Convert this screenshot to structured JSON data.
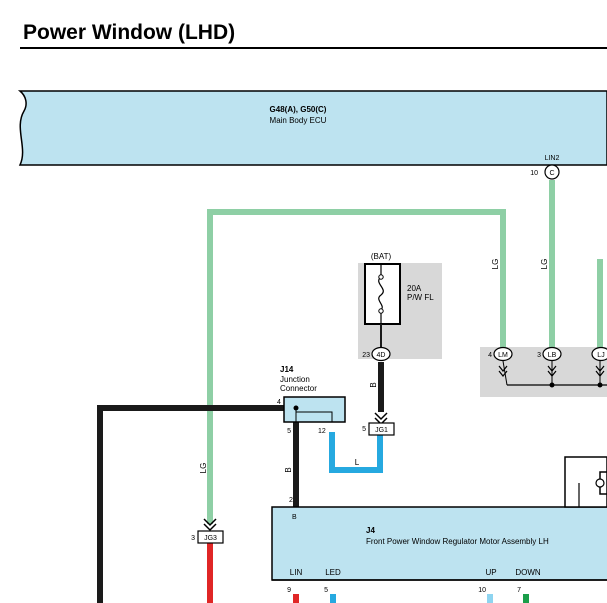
{
  "title": "Power Window (LHD)",
  "colors": {
    "ecu_fill": "#bde3f0",
    "gray_box": "#d8d8d8",
    "wire_lg": "#8ecfa5",
    "wire_black": "#1a1a1a",
    "wire_blue": "#26a9e0",
    "wire_red": "#e02626",
    "wire_lightblue": "#8ed4f0",
    "wire_green": "#1a9e4a"
  },
  "ecu": {
    "connectors": "G48(A), G50(C)",
    "name": "Main Body ECU",
    "lin_label": "LIN2",
    "lin_pin": "10",
    "lin_conn": "C"
  },
  "fuse": {
    "source": "(BAT)",
    "rating": "20A",
    "name": "P/W FL",
    "pin": "23",
    "conn": "4D"
  },
  "splice": {
    "pin_lm": "4",
    "conn_lm": "LM",
    "pin_lb": "3",
    "conn_lb": "LB",
    "conn_lj": "LJ"
  },
  "junction": {
    "id": "J14",
    "name_line1": "Junction",
    "name_line2": "Connector",
    "pin_top": "4",
    "pin_5": "5",
    "pin_12": "12"
  },
  "jg1": {
    "pin": "5",
    "conn": "JG1"
  },
  "jg3": {
    "pin": "3",
    "conn": "JG3"
  },
  "motor": {
    "id": "J4",
    "name": "Front Power Window Regulator Motor Assembly LH",
    "b_label": "B",
    "b_pin": "2",
    "terminals": [
      {
        "label": "LIN",
        "pin": "9"
      },
      {
        "label": "LED",
        "pin": "5"
      },
      {
        "label": "UP",
        "pin": "10"
      },
      {
        "label": "DOWN",
        "pin": "7"
      }
    ]
  },
  "wire_colors": {
    "lg_left": "LG",
    "lg_mid": "LG",
    "lg_right": "LG",
    "b_fuse": "B",
    "b_junction": "B",
    "l_loop": "L"
  }
}
